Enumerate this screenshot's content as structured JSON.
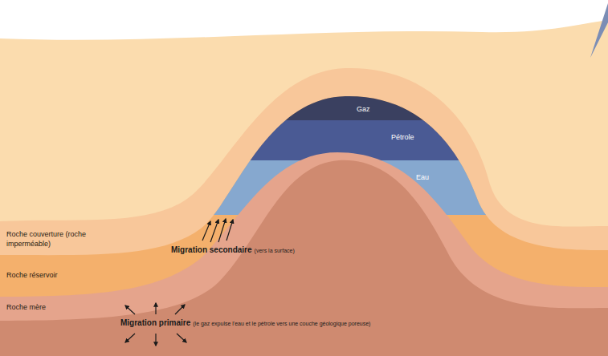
{
  "diagram": {
    "nodes": [
      {
        "text": [
          "Gaz"
        ]
      },
      {
        "text": [
          "Pétrole"
        ]
      },
      {
        "text": [
          "Eau"
        ]
      },
      {
        "text": [
          "Roche couverture (roche imperméable)"
        ]
      },
      {
        "text": [
          "Roche réservoir"
        ]
      },
      {
        "text": [
          "Roche mère"
        ]
      }
    ],
    "labels": [
      "Migration secondaire",
      "(vers la surface)",
      "Migration primaire",
      "(le gaz expulse l'eau et le pétrole vers une couche géologique poreuse)"
    ]
  }
}
